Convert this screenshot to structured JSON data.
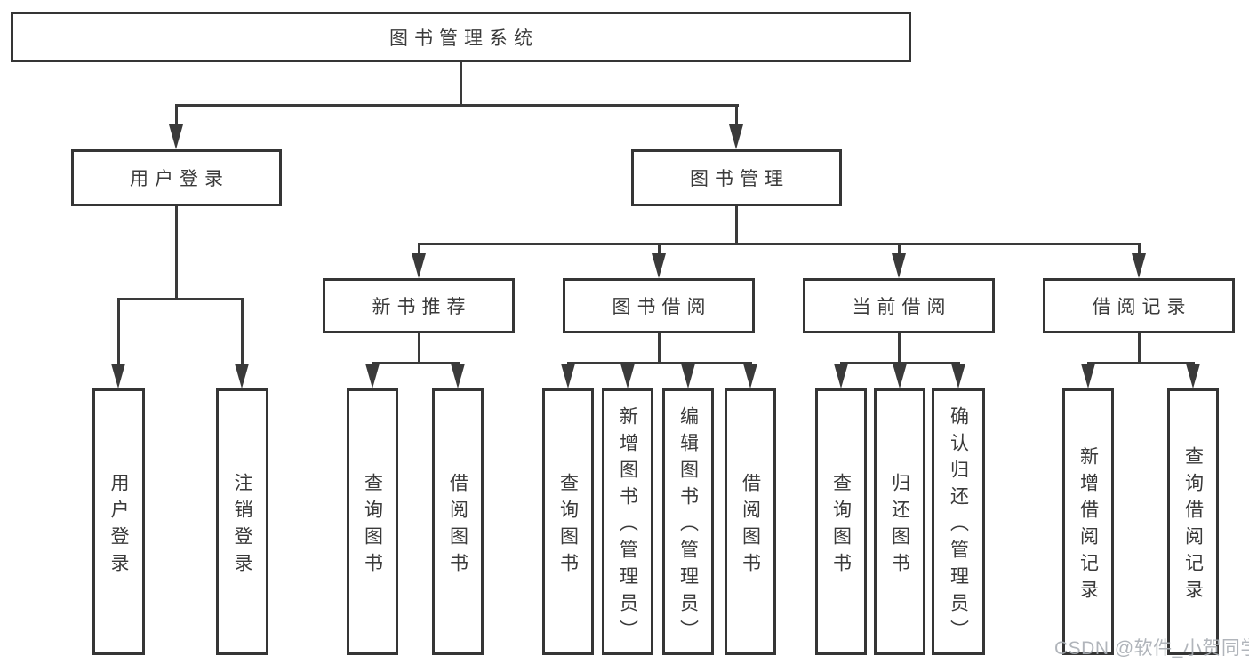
{
  "diagram": {
    "root": {
      "label": "图书管理系统",
      "children": [
        {
          "label": "用户登录",
          "children": [
            {
              "label": "用户登录"
            },
            {
              "label": "注销登录"
            }
          ]
        },
        {
          "label": "图书管理",
          "children": [
            {
              "label": "新书推荐",
              "children": [
                {
                  "label": "查询图书"
                },
                {
                  "label": "借阅图书"
                }
              ]
            },
            {
              "label": "图书借阅",
              "children": [
                {
                  "label": "查询图书"
                },
                {
                  "label": "新增图书（管理员）"
                },
                {
                  "label": "编辑图书（管理员）"
                },
                {
                  "label": "借阅图书"
                }
              ]
            },
            {
              "label": "当前借阅",
              "children": [
                {
                  "label": "查询图书"
                },
                {
                  "label": "归还图书"
                },
                {
                  "label": "确认归还（管理员）"
                }
              ]
            },
            {
              "label": "借阅记录",
              "children": [
                {
                  "label": "新增借阅记录"
                },
                {
                  "label": "查询借阅记录"
                }
              ]
            }
          ]
        }
      ]
    },
    "colors": {
      "line": "#3a3a3a",
      "box_border": "#353535",
      "box_fill": "#ffffff",
      "text": "#3a3a3a",
      "watermark": "#a9aeb4"
    }
  },
  "watermark": {
    "text": "CSDN @软件_小贺同学"
  }
}
